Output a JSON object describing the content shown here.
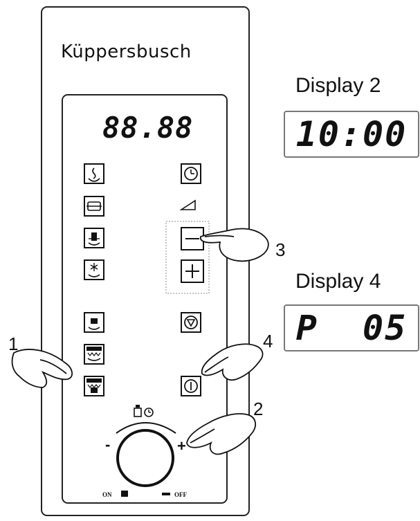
{
  "brand": "Küppersbusch",
  "main_display": "88.88",
  "display2": {
    "caption": "Display 2",
    "value": "10:00"
  },
  "display4": {
    "caption": "Display 4",
    "value": "P  05"
  },
  "callouts": [
    "1",
    "2",
    "3",
    "4"
  ],
  "knob": {
    "minus": "-",
    "plus": "+",
    "on_label": "ON",
    "off_label": "OFF"
  },
  "buttons": {
    "plus_symbol": "+",
    "minus_symbol": "−"
  }
}
